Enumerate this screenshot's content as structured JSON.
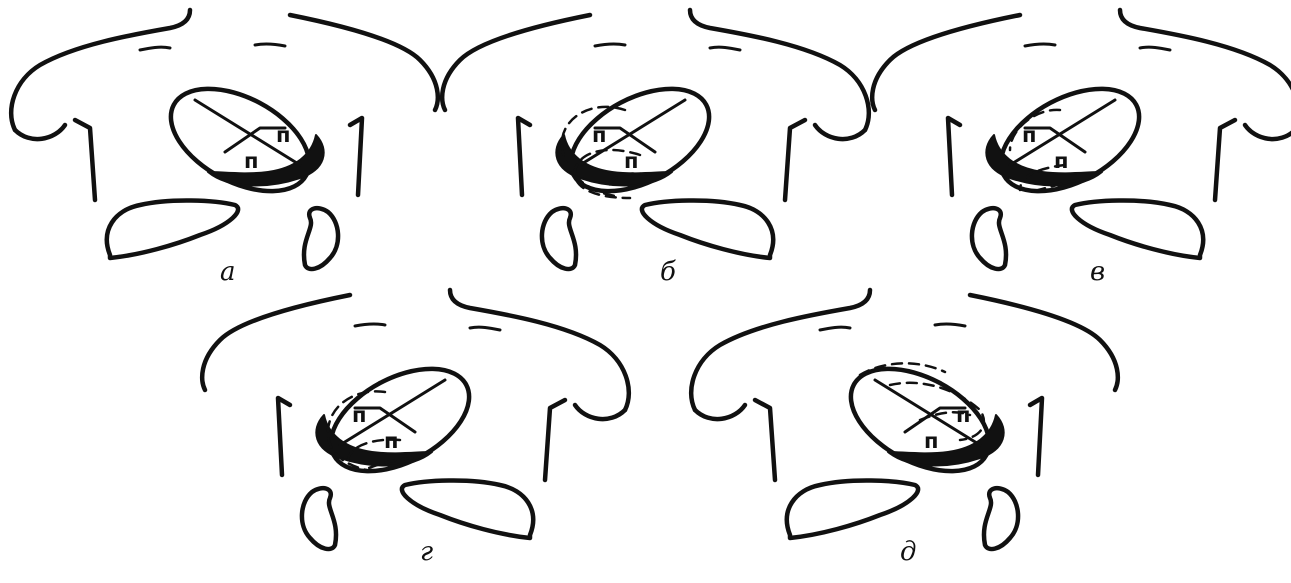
{
  "panels": [
    {
      "id": "a",
      "caption": "а",
      "marker": "п",
      "infarct": "none"
    },
    {
      "id": "b",
      "caption": "б",
      "marker": "п",
      "infarct": "lateral-apex"
    },
    {
      "id": "v",
      "caption": "в",
      "marker": "п",
      "infarct": "apex"
    },
    {
      "id": "g",
      "caption": "г",
      "marker": "п",
      "infarct": "lateral"
    },
    {
      "id": "d",
      "caption": "д",
      "marker": "п",
      "infarct": "high-lateral"
    }
  ],
  "colors": {
    "ink": "#111111",
    "background": "#ffffff"
  }
}
